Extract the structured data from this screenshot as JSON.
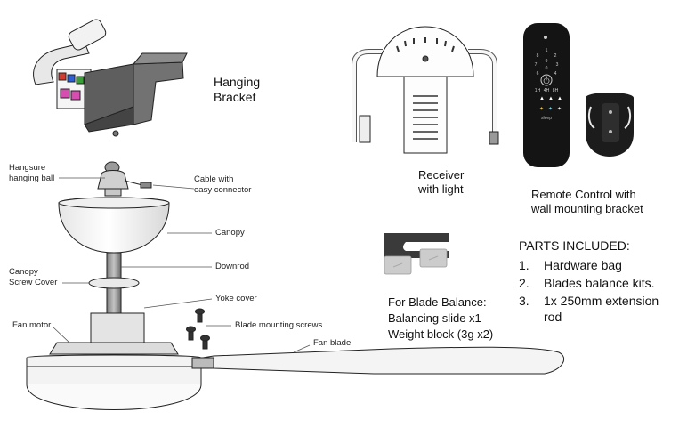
{
  "bracket": {
    "title": "Hanging\nBracket"
  },
  "fan_labels": {
    "hangsure": "Hangsure\nhanging ball",
    "cable": "Cable with\neasy connector",
    "canopy": "Canopy",
    "downrod": "Downrod",
    "canopy_cover": "Canopy\nScrew Cover",
    "yoke": "Yoke cover",
    "fan_motor": "Fan motor",
    "blade_screws": "Blade mounting screws",
    "fan_blade": "Fan blade"
  },
  "receiver": {
    "caption": "Receiver\nwith light"
  },
  "remote": {
    "caption": "Remote Control with\nwall mounting bracket",
    "keys": [
      "1",
      "2",
      "3",
      "4",
      "5",
      "6",
      "7",
      "8",
      "9",
      "0"
    ],
    "timers": [
      "1H",
      "4H",
      "8H"
    ],
    "brand": "sleep"
  },
  "balance": {
    "caption": "For Blade Balance:\nBalancing slide x1\nWeight block (3g x2)"
  },
  "parts": {
    "title": "PARTS INCLUDED:",
    "items": [
      {
        "num": "1.",
        "text": "Hardware bag"
      },
      {
        "num": "2.",
        "text": "Blades balance kits."
      },
      {
        "num": "3.",
        "text": "1x 250mm extension rod"
      }
    ]
  }
}
